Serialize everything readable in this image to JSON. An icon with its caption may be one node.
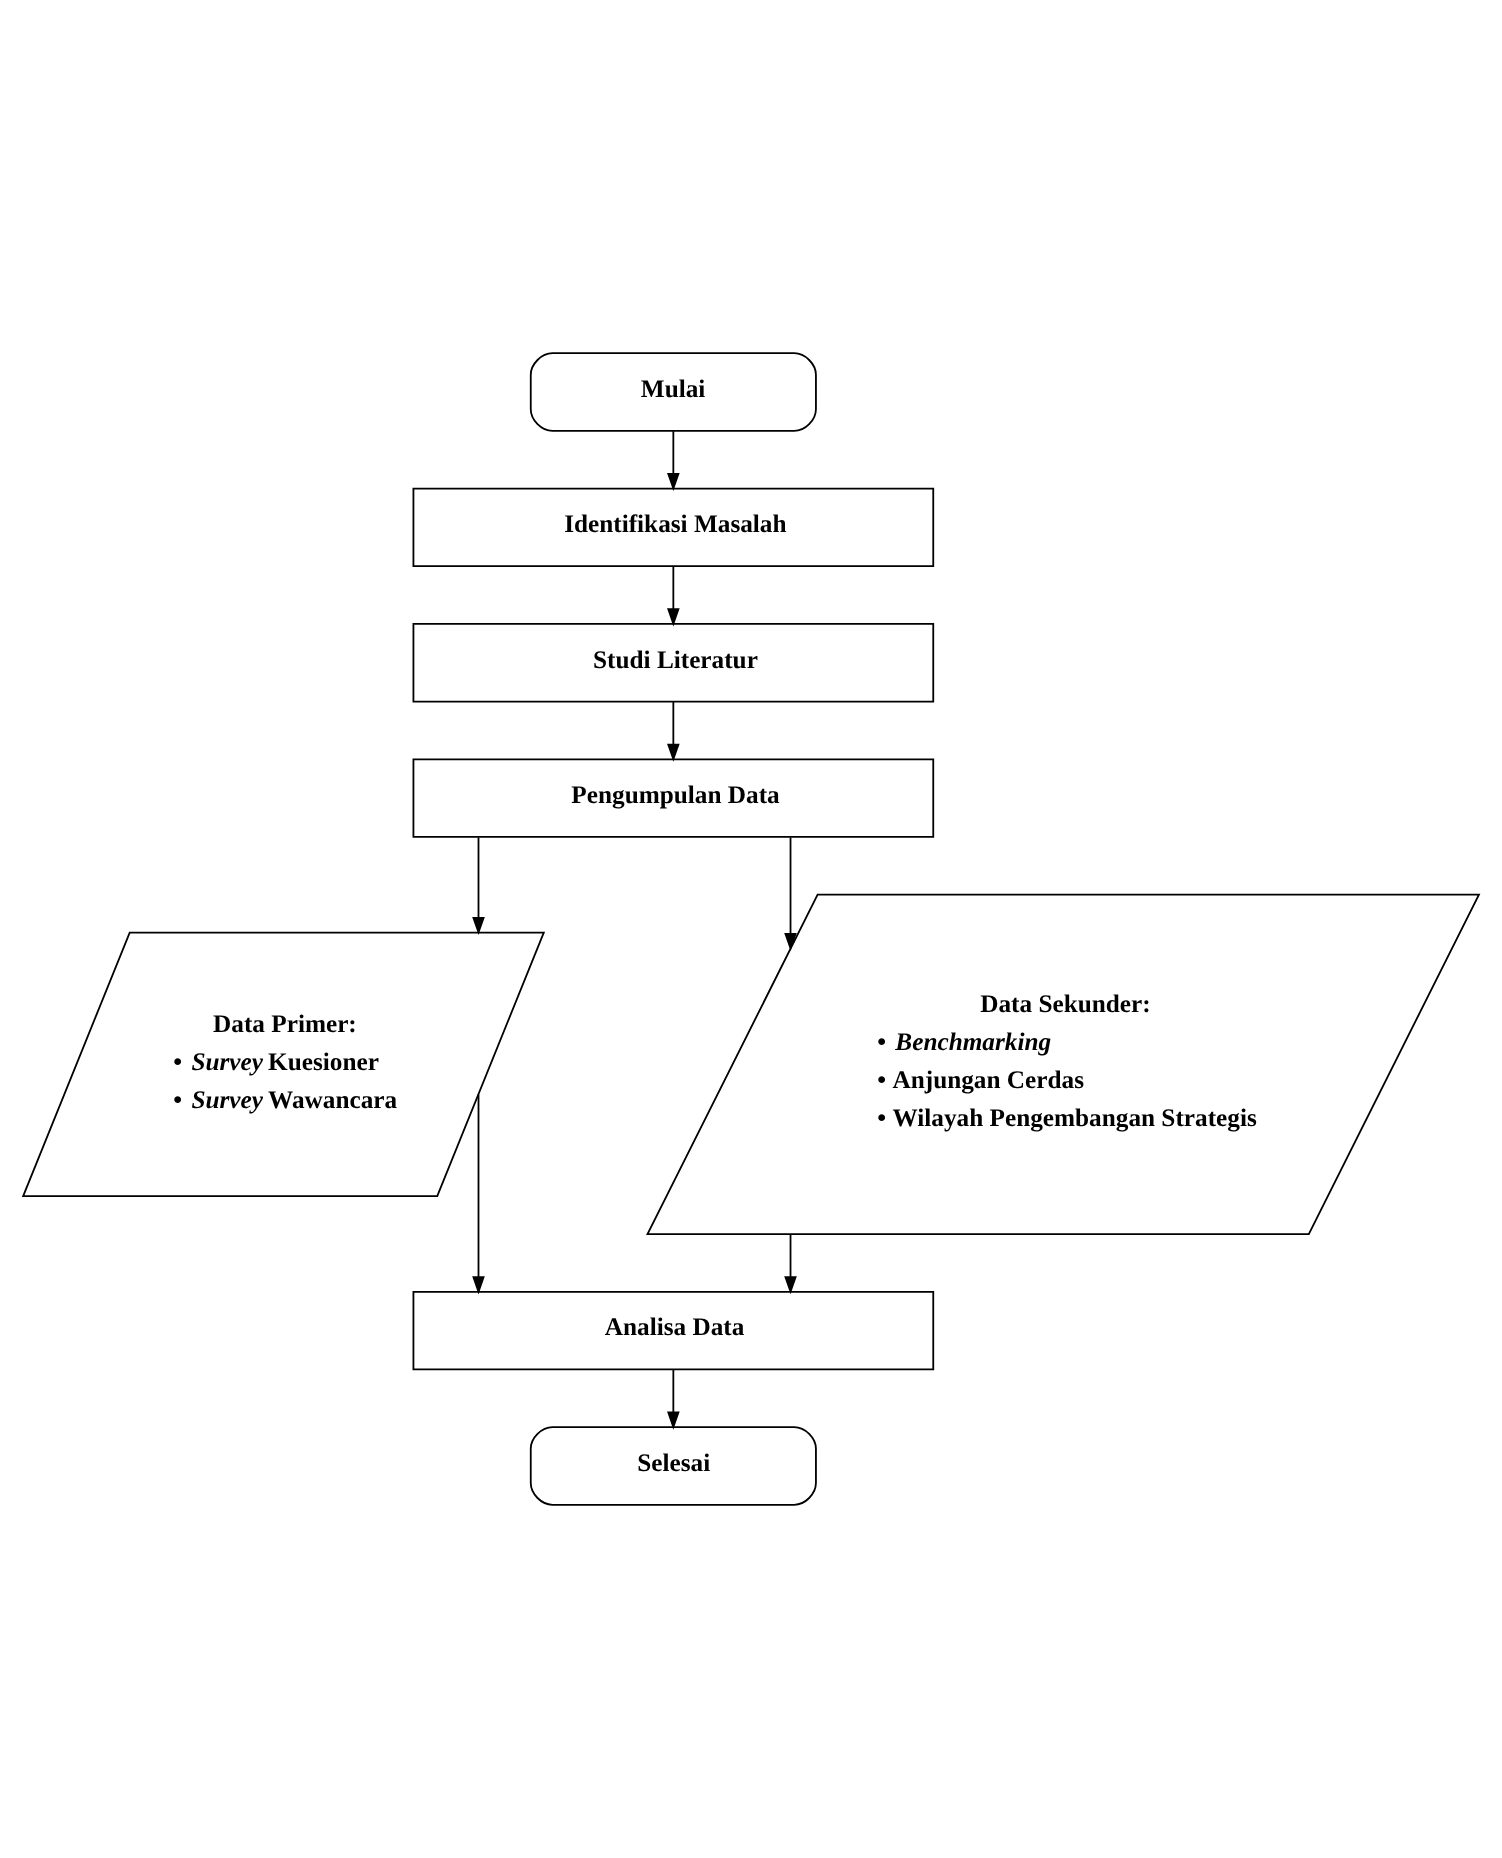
{
  "diagram": {
    "nodes": [
      {
        "text": [
          "Mulai"
        ]
      },
      {
        "text": [
          "Identifikasi Masalah"
        ]
      },
      {
        "text": [
          "Studi Literatur"
        ]
      },
      {
        "text": [
          "Pengumpulan Data"
        ]
      },
      {
        "text": [
          "Data Primer:",
          "• *Survey* Kuesioner",
          "• *Survey* Wawancara"
        ]
      },
      {
        "text": [
          "Data Sekunder:",
          "• *Benchmarking*",
          "• Anjungan Cerdas",
          "• Wilayah Pengembangan Strategis"
        ]
      },
      {
        "text": [
          "Analisa Data"
        ]
      },
      {
        "text": [
          "Selesai"
        ]
      }
    ],
    "edges": [
      {
        "from": 0,
        "to": 1,
        "arrow": "to"
      },
      {
        "from": 1,
        "to": 2,
        "arrow": "to"
      },
      {
        "from": 2,
        "to": 3,
        "arrow": "to"
      },
      {
        "from": 3,
        "to": 4,
        "arrow": "to"
      },
      {
        "from": 3,
        "to": 5,
        "arrow": "to"
      },
      {
        "from": 4,
        "to": 6,
        "arrow": "to"
      },
      {
        "from": 5,
        "to": 6,
        "arrow": "to"
      },
      {
        "from": 6,
        "to": 7,
        "arrow": "to"
      }
    ]
  }
}
